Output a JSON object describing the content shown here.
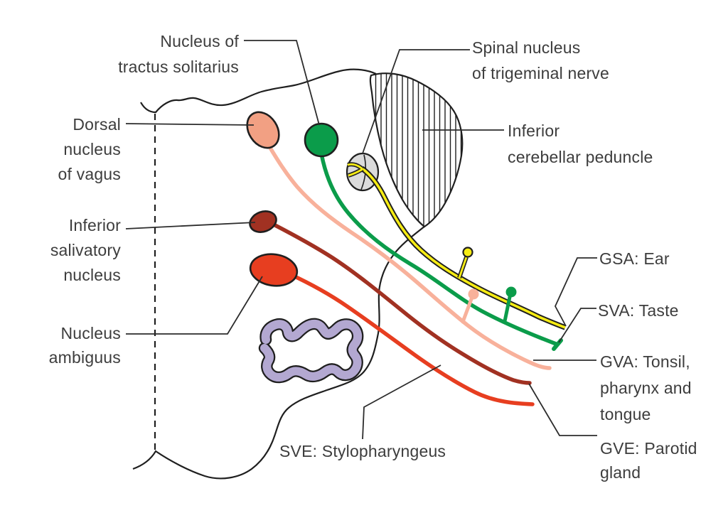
{
  "figure": {
    "description": "Line diagram of brainstem (medulla) cross-section showing glossopharyngeal nerve nuclei and functional fiber components"
  },
  "labels": {
    "nucleus_tractus_solitarius": [
      "Nucleus of",
      "tractus solitarius"
    ],
    "spinal_nucleus_trigeminal": [
      "Spinal nucleus",
      "of trigeminal nerve"
    ],
    "dorsal_nucleus_of_vagus": [
      "Dorsal",
      "nucleus",
      "of vagus"
    ],
    "inferior_cerebellar_peduncle": [
      "Inferior",
      "cerebellar peduncle"
    ],
    "inferior_salivatory_nucleus": [
      "Inferior",
      "salivatory",
      "nucleus"
    ],
    "nucleus_ambiguus": [
      "Nucleus",
      "ambiguus"
    ],
    "gsa": "GSA: Ear",
    "sva": "SVA: Taste",
    "gva": [
      "GVA: Tonsil,",
      "pharynx and",
      "tongue"
    ],
    "gve": [
      "GVE: Parotid",
      "gland"
    ],
    "sve": "SVE: Stylopharyngeus"
  },
  "colors": {
    "background": "#ffffff",
    "outline": "#1f1f1f",
    "leader": "#2c2c2c",
    "text": "#3d3d3d",
    "pink_nucleus": "#f2a083",
    "pink_line": "#f8b19b",
    "green": "#0b9c4a",
    "maroon": "#a13122",
    "red": "#e73e20",
    "yellow": "#f6ec13",
    "lavender": "#b3a8d1",
    "gray_nucleus": "#dbdbdb"
  }
}
